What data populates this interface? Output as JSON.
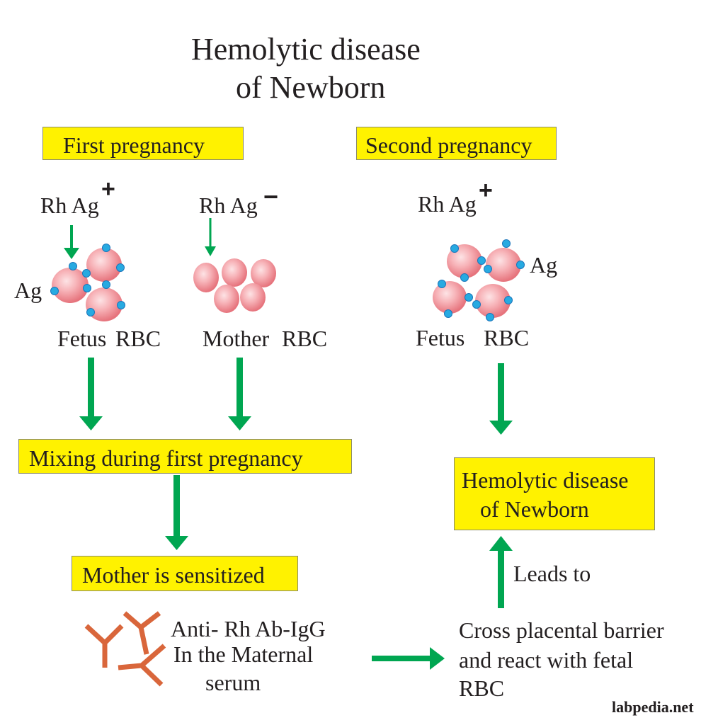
{
  "title": {
    "line1": "Hemolytic disease",
    "line2": "of Newborn"
  },
  "first_pregnancy": {
    "header": "First  pregnancy",
    "fetus": {
      "rh_label": "Rh Ag",
      "rh_sign": "+",
      "ag_label": "Ag",
      "caption_a": "Fetus",
      "caption_b": "RBC"
    },
    "mother": {
      "rh_label": "Rh Ag",
      "rh_sign": "−",
      "caption_a": "Mother",
      "caption_b": "RBC"
    },
    "mixing": "Mixing during first pregnancy",
    "sensitized": "Mother is sensitized",
    "antibody": {
      "line1": "Anti- Rh Ab-IgG",
      "line2": "In the Maternal",
      "line3": "serum"
    }
  },
  "second_pregnancy": {
    "header": "Second pregnancy",
    "fetus": {
      "rh_label": "Rh Ag",
      "rh_sign": "+",
      "ag_label": "Ag",
      "caption_a": "Fetus",
      "caption_b": "RBC"
    },
    "result": {
      "line1": "Hemolytic disease",
      "line2": "of Newborn"
    },
    "leads_to": "Leads to",
    "cross": {
      "line1": "Cross placental barrier",
      "line2": "and react with fetal",
      "line3": "RBC"
    }
  },
  "watermark": "labpedia.net",
  "colors": {
    "box_fill": "#fff200",
    "arrow": "#00a651",
    "rbc": "#f4a3a8",
    "antigen": "#27aae1",
    "antibody": "#d9663b",
    "text": "#231f20"
  },
  "icons": {
    "rbc": "red-blood-cell-icon",
    "antigen": "antigen-dot-icon",
    "antibody": "y-antibody-icon",
    "arrow": "green-arrow-icon"
  }
}
